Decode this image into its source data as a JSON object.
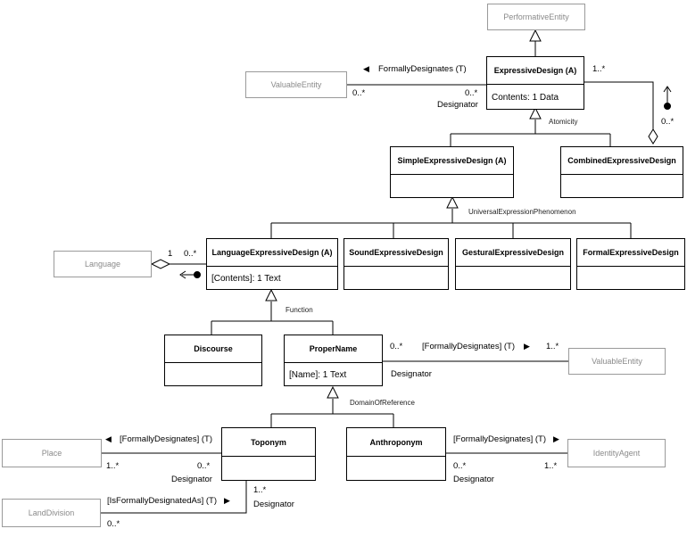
{
  "classes": {
    "performative_entity": "PerformativeEntity",
    "expressive_design": {
      "name": "ExpressiveDesign (A)",
      "attr": "Contents: 1 Data"
    },
    "valuable_entity_top": "ValuableEntity",
    "simple_expressive_design": "SimpleExpressiveDesign (A)",
    "combined_expressive_design": "CombinedExpressiveDesign",
    "language": "Language",
    "language_expressive_design": {
      "name": "LanguageExpressiveDesign (A)",
      "attr": "[Contents]: 1 Text"
    },
    "sound_expressive_design": "SoundExpressiveDesign",
    "gestural_expressive_design": "GesturalExpressiveDesign",
    "formal_expressive_design": "FormalExpressiveDesign",
    "discourse": "Discourse",
    "proper_name": {
      "name": "ProperName",
      "attr": "[Name]: 1 Text"
    },
    "valuable_entity_right": "ValuableEntity",
    "place": "Place",
    "toponym": "Toponym",
    "anthroponym": "Anthroponym",
    "identity_agent": "IdentityAgent",
    "land_division": "LandDivision"
  },
  "labels": {
    "formally_designates_top": "FormallyDesignates (T)",
    "mult_valuable_top": "0..*",
    "mult_expressive_left": "0..*",
    "designator_top": "Designator",
    "mult_expressive_right": "1..*",
    "mult_combined_right": "0..*",
    "atomicity": "Atomicity",
    "universal_expression": "UniversalExpressionPhenomenon",
    "mult_language": "1",
    "mult_language_ed": "0..*",
    "function": "Function",
    "mult_proper_name": "0..*",
    "formally_designates_pn": "[FormallyDesignates] (T)",
    "mult_valuable_right": "1..*",
    "designator_pn": "Designator",
    "domain_of_reference": "DomainOfReference",
    "formally_designates_place": "[FormallyDesignates] (T)",
    "mult_place": "1..*",
    "mult_toponym": "0..*",
    "designator_toponym": "Designator",
    "formally_designates_identity": "[FormallyDesignates] (T)",
    "mult_anthroponym": "0..*",
    "designator_anthroponym": "Designator",
    "mult_identity": "1..*",
    "is_formally_designated_as": "[IsFormallyDesignatedAs] (T)",
    "mult_toponym_bottom": "1..*",
    "designator_land": "Designator",
    "mult_land_division": "0..*"
  },
  "arrows": {
    "left": "◀",
    "right": "▶"
  }
}
